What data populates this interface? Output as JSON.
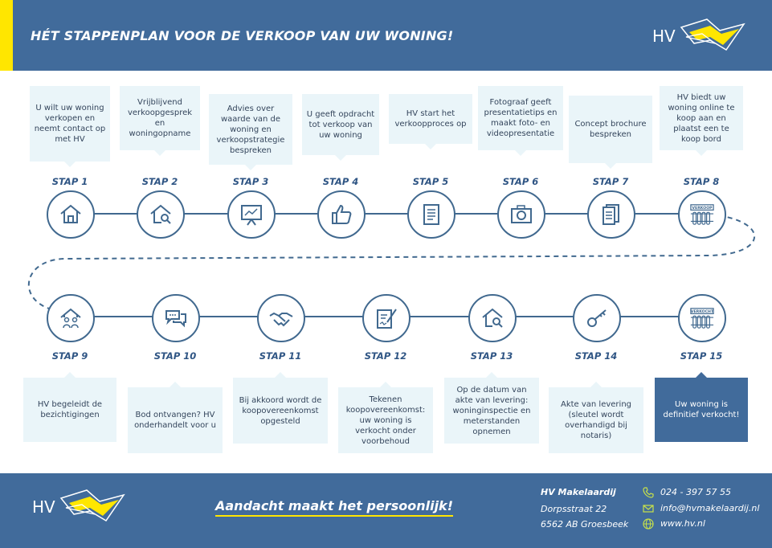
{
  "header": {
    "title": "HÉT STAPPENPLAN VOOR DE VERKOOP VAN UW WONING!",
    "logo_text": "HV"
  },
  "steps": [
    {
      "label": "STAP 1",
      "text": "U wilt uw woning verkopen en neemt contact op met HV",
      "icon": "house-icon"
    },
    {
      "label": "STAP 2",
      "text": "Vrijblijvend verkoopgesprek en woningopname",
      "icon": "house-search-icon"
    },
    {
      "label": "STAP 3",
      "text": "Advies over waarde van de woning en verkoopstrategie bespreken",
      "icon": "presentation-board-icon"
    },
    {
      "label": "STAP 4",
      "text": "U geeft opdracht tot verkoop van uw woning",
      "icon": "thumbs-up-icon"
    },
    {
      "label": "STAP 5",
      "text": "HV start het verkoopproces op",
      "icon": "document-icon"
    },
    {
      "label": "STAP 6",
      "text": "Fotograaf geeft presentatietips en maakt foto- en videopresentatie",
      "icon": "camera-icon"
    },
    {
      "label": "STAP 7",
      "text": "Concept brochure bespreken",
      "icon": "brochure-icon"
    },
    {
      "label": "STAP 8",
      "text": "HV biedt uw woning online te koop aan en plaatst een te koop bord",
      "icon": "for-sale-sign-icon",
      "sign": "VERKOOP"
    },
    {
      "label": "STAP 9",
      "text": "HV begeleidt de bezichtigingen",
      "icon": "house-people-icon"
    },
    {
      "label": "STAP 10",
      "text": "Bod ontvangen? HV onderhandelt voor u",
      "icon": "speech-bubbles-icon"
    },
    {
      "label": "STAP 11",
      "text": "Bij akkoord wordt de koopovereenkomst opgesteld",
      "icon": "handshake-icon"
    },
    {
      "label": "STAP 12",
      "text": "Tekenen koopovereenkomst: uw woning is verkocht onder voorbehoud",
      "icon": "contract-sign-icon"
    },
    {
      "label": "STAP 13",
      "text": "Op de datum van akte van levering: woninginspectie en meterstanden opnemen",
      "icon": "house-inspection-icon"
    },
    {
      "label": "STAP 14",
      "text": "Akte van levering (sleutel wordt overhandigd bij notaris)",
      "icon": "key-icon"
    },
    {
      "label": "STAP 15",
      "text": "Uw woning is definitief verkocht!",
      "icon": "sold-sign-icon",
      "sign": "VERKOCHT"
    }
  ],
  "footer": {
    "logo_text": "HV",
    "slogan": "Aandacht maakt het persoonlijk!",
    "company_name": "HV Makelaardij",
    "street": "Dorpsstraat 22",
    "city": "6562 AB Groesbeek",
    "phone": "024 - 397 57 55",
    "email": "info@hvmakelaardij.nl",
    "website": "www.hv.nl"
  },
  "colors": {
    "primary": "#416b9b",
    "accent": "#ffe600",
    "box": "#eaf5f9"
  }
}
